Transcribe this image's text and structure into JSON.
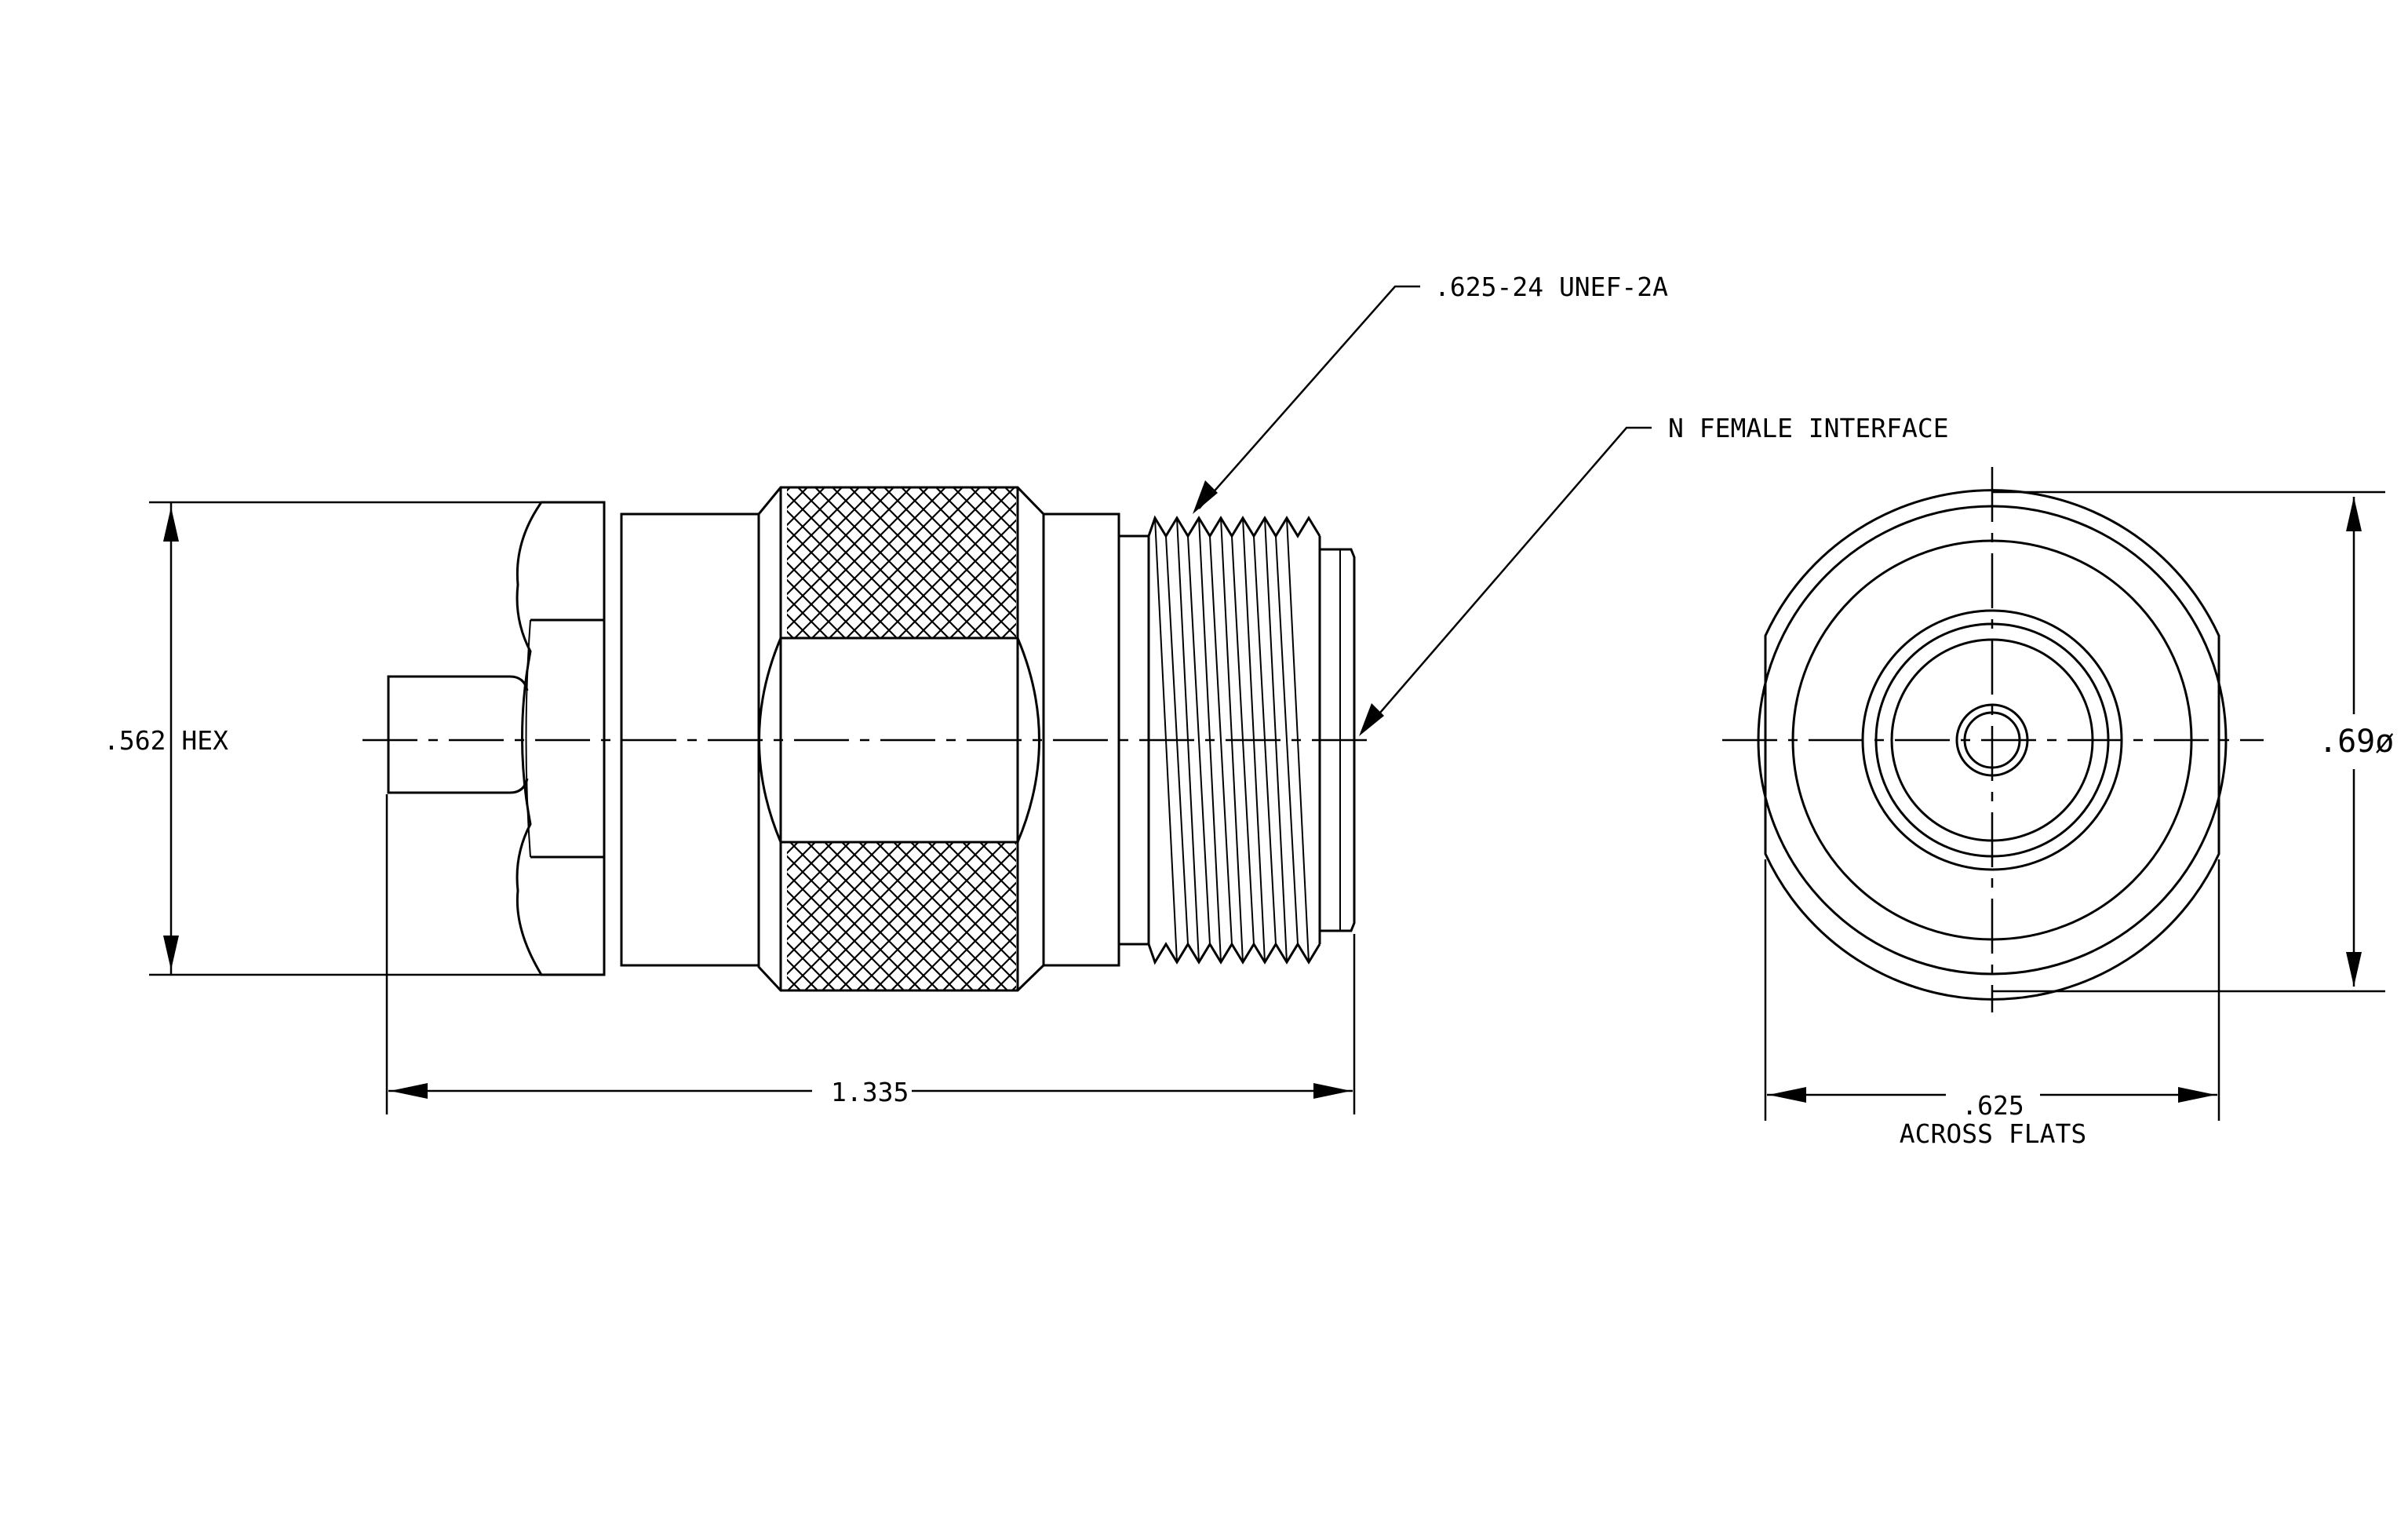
{
  "labels": {
    "thread_callout": ".625-24 UNEF-2A",
    "interface_callout": "N FEMALE INTERFACE",
    "hex_dim": ".562 HEX",
    "length_dim": "1.335",
    "diameter_dim": ".69ø",
    "flats_dim": ".625",
    "flats_note": "ACROSS FLATS"
  },
  "colors": {
    "line": "#000000",
    "background": "#ffffff"
  }
}
